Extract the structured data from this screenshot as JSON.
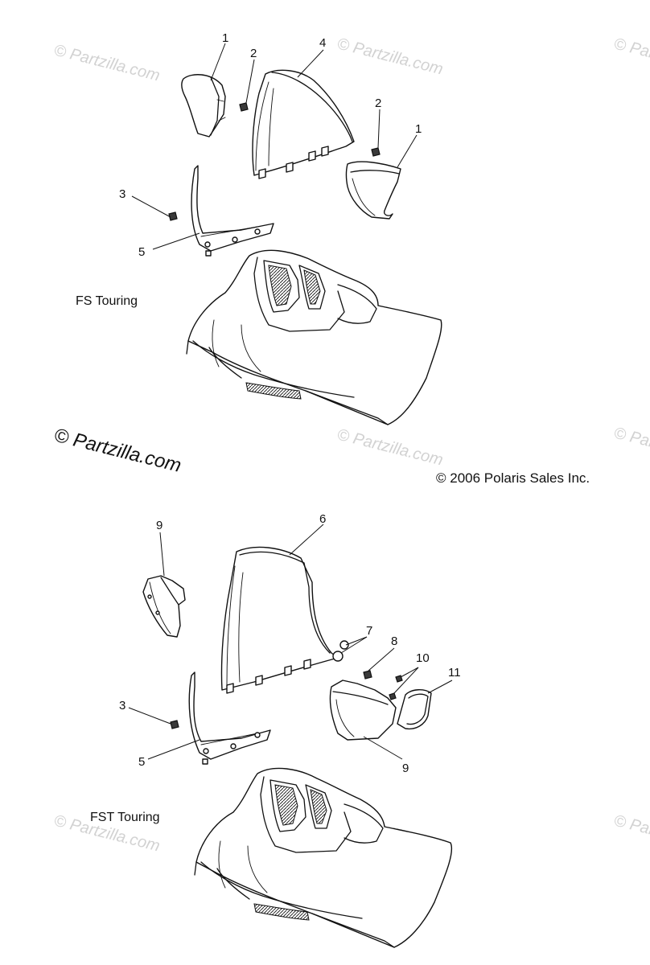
{
  "watermark": {
    "faint_text": "Partzilla.com",
    "faint_symbol": "©",
    "bold_text": "Partzilla.com",
    "bold_symbol": "©"
  },
  "copyright": "© 2006 Polaris Sales Inc.",
  "sections": [
    {
      "variant_label": "FS Touring",
      "callouts": [
        "1",
        "2",
        "4",
        "2",
        "1",
        "3",
        "5"
      ]
    },
    {
      "variant_label": "FST Touring",
      "callouts": [
        "9",
        "6",
        "7",
        "8",
        "10",
        "11",
        "3",
        "5",
        "9"
      ]
    }
  ]
}
